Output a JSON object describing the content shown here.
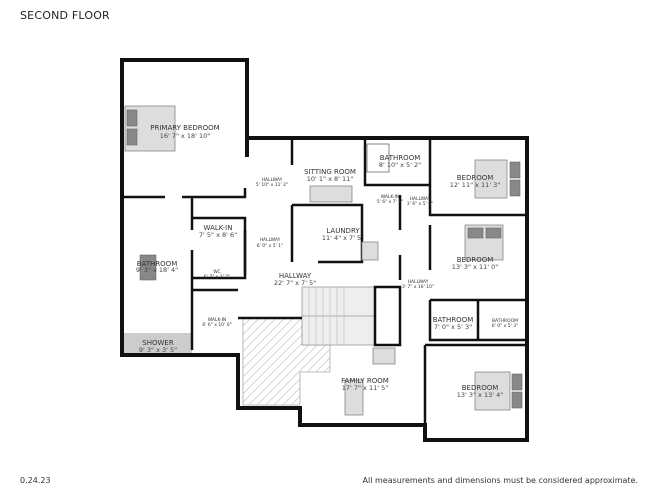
{
  "title": "SECOND FLOOR",
  "footer": {
    "date": "0.24.23",
    "disclaimer": "All measurements and dimensions must be considered approximate."
  },
  "rooms": [
    {
      "name": "PRIMARY BEDROOM",
      "dims": "16' 7\" x 18' 10\""
    },
    {
      "name": "SITTING ROOM",
      "dims": "10' 1\" x 8' 11\""
    },
    {
      "name": "HALLWAY",
      "dims": "5' 10\" x 11' 2\""
    },
    {
      "name": "BATHROOM",
      "dims": "8' 10\" x 5' 2\""
    },
    {
      "name": "BEDROOM",
      "dims": "12' 11\" x 11' 3\""
    },
    {
      "name": "WALK-IN",
      "dims": "5' 6\" x 7' 1\""
    },
    {
      "name": "HALLWAY",
      "dims": "3' 6\" x 5' 9\""
    },
    {
      "name": "WALK-IN",
      "dims": "7' 5\" x 8' 6\""
    },
    {
      "name": "HALLWAY",
      "dims": "6' 0\" x 5' 1\""
    },
    {
      "name": "LAUNDRY",
      "dims": "11' 4\" x 7' 5\""
    },
    {
      "name": "BEDROOM",
      "dims": "13' 3\" x 11' 0\""
    },
    {
      "name": "BATHROOM",
      "dims": "9' 3\" x 18' 4\""
    },
    {
      "name": "WC",
      "dims": "6' 7\" x 3' 2\""
    },
    {
      "name": "HALLWAY",
      "dims": "22' 7\" x 7' 5\""
    },
    {
      "name": "HALLWAY",
      "dims": "3' 7\" x 16' 10\""
    },
    {
      "name": "BATHROOM",
      "dims": "7' 0\" x 5' 3\""
    },
    {
      "name": "BATHROOM",
      "dims": "6' 0\" x 5' 3\""
    },
    {
      "name": "WALK-IN",
      "dims": "6' 6\" x 10' 0\""
    },
    {
      "name": "SHOWER",
      "dims": "9' 3\" x 3' 5\""
    },
    {
      "name": "FAMILY ROOM",
      "dims": "17' 7\" x 11' 5\""
    },
    {
      "name": "BEDROOM",
      "dims": "13' 3\" x 13' 4\""
    }
  ]
}
